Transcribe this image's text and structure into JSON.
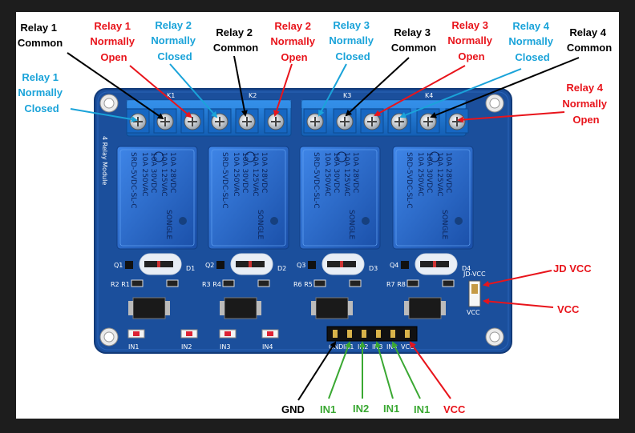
{
  "board": {
    "module_title": "4 Relay Module",
    "relays": [
      {
        "terminal_label": "K1",
        "model": "SRD-5VDC-SL-C",
        "rating_ac": "10A 250VAC",
        "rating_ac2": "10A 125VAC",
        "rating_dc": "10A 30VDC",
        "rating_dc2": "10A 28VDC",
        "brand": "SONGLE",
        "transistor": "Q1",
        "diode": "D1",
        "resistors": "R2  R1",
        "input_led": "IN1"
      },
      {
        "terminal_label": "K2",
        "model": "SRD-5VDC-SL-C",
        "rating_ac": "10A 250VAC",
        "rating_ac2": "10A 125VAC",
        "rating_dc": "10A 30VDC",
        "rating_dc2": "10A 28VDC",
        "brand": "SONGLE",
        "transistor": "Q2",
        "diode": "D2",
        "resistors": "R3  R4",
        "input_led": "IN2"
      },
      {
        "terminal_label": "K3",
        "model": "SRD-5VDC-SL-C",
        "rating_ac": "10A 250VAC",
        "rating_ac2": "10A 125VAC",
        "rating_dc": "10A 30VDC",
        "rating_dc2": "10A 28VDC",
        "brand": "SONGLE",
        "transistor": "Q3",
        "diode": "D3",
        "resistors": "R6  R5",
        "input_led": "IN3"
      },
      {
        "terminal_label": "K4",
        "model": "SRD-5VDC-SL-C",
        "rating_ac": "10A 250VAC",
        "rating_ac2": "10A 125VAC",
        "rating_dc": "10A 30VDC",
        "rating_dc2": "10A 28VDC",
        "brand": "SONGLE",
        "transistor": "Q4",
        "diode": "D4",
        "resistors": "R7  R8",
        "input_led": "IN4"
      }
    ],
    "jumper_top": "JD-VCC",
    "jumper_bottom": "VCC",
    "header_silk": [
      "GND",
      "IN1",
      "IN2",
      "IN3",
      "IN4",
      "VCC"
    ]
  },
  "labels": {
    "relay1_common": [
      "Relay 1",
      "Common"
    ],
    "relay1_no": [
      "Relay 1",
      "Normally",
      "Open"
    ],
    "relay2_nc": [
      "Relay 2",
      "Normally",
      "Closed"
    ],
    "relay2_common": [
      "Relay 2",
      "Common"
    ],
    "relay2_no": [
      "Relay 2",
      "Normally",
      "Open"
    ],
    "relay3_nc": [
      "Relay 3",
      "Normally",
      "Closed"
    ],
    "relay3_common": [
      "Relay 3",
      "Common"
    ],
    "relay3_no": [
      "Relay 3",
      "Normally",
      "Open"
    ],
    "relay4_nc": [
      "Relay 4",
      "Normally",
      "Closed"
    ],
    "relay4_common": [
      "Relay 4",
      "Common"
    ],
    "relay1_nc": [
      "Relay 1",
      "Normally",
      "Closed"
    ],
    "relay4_no": [
      "Relay 4",
      "Normally",
      "Open"
    ],
    "jd_vcc": "JD VCC",
    "vcc_right": "VCC",
    "pins": [
      "GND",
      "IN1",
      "IN2",
      "IN1",
      "IN1",
      "VCC"
    ]
  },
  "colors": {
    "common": "#000000",
    "normally_open": "#e8141b",
    "normally_closed": "#1aa3d9",
    "input": "#3aa832",
    "pcb": "#1b4f9c",
    "relay": "#1d5fc4",
    "terminal": "#1a6fd0"
  }
}
